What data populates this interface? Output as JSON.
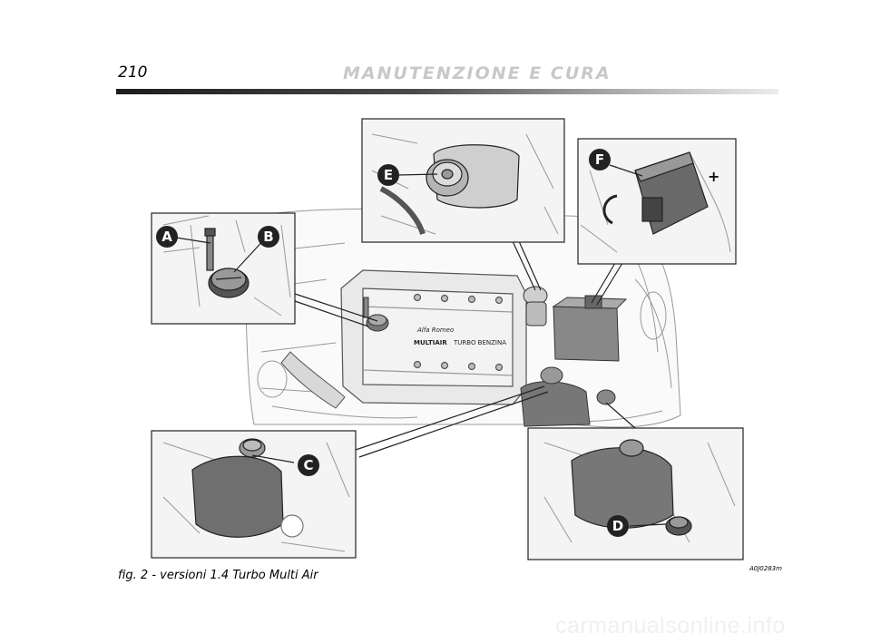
{
  "header": {
    "page_number": "210",
    "section_title": "MANUTENZIONE E CURA"
  },
  "figure": {
    "callouts": [
      "A",
      "B",
      "C",
      "D",
      "E",
      "F"
    ],
    "engine_badge": {
      "brand": "Alfa Romeo",
      "line1": "MULTIAIR",
      "line2": "TURBO BENZINA"
    },
    "battery_symbol": "+"
  },
  "caption": "fig. 2 - versioni 1.4 Turbo Multi Air",
  "reference_code": "A0J0283m",
  "watermark": "carmanualsonline.info"
}
